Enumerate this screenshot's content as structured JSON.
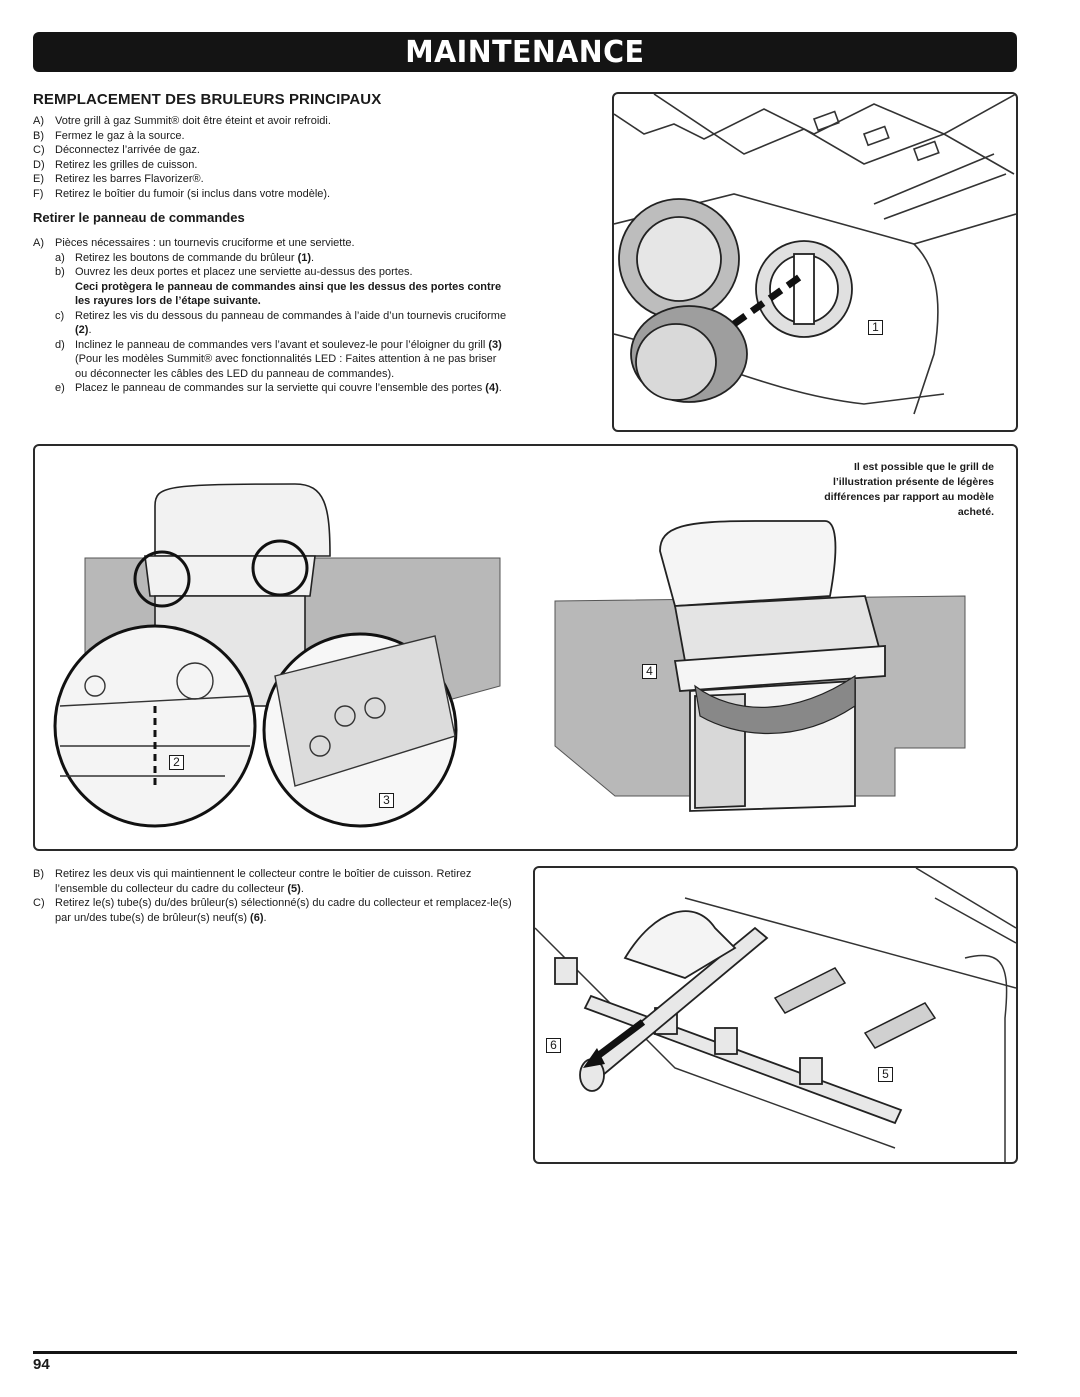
{
  "header": {
    "title": "MAINTENANCE"
  },
  "section": {
    "title": "REMPLACEMENT DES BRULEURS PRINCIPAUX"
  },
  "intro_steps": [
    {
      "letter": "A)",
      "text": "Votre grill à gaz Summit® doit être éteint et avoir refroidi."
    },
    {
      "letter": "B)",
      "text": "Fermez le gaz à la source."
    },
    {
      "letter": "C)",
      "text": "Déconnectez l’arrivée de gaz."
    },
    {
      "letter": "D)",
      "text": "Retirez les grilles de cuisson."
    },
    {
      "letter": "E)",
      "text": "Retirez les barres Flavorizer®."
    },
    {
      "letter": "F)",
      "text": "Retirez le boîtier du fumoir (si inclus dans votre modèle)."
    }
  ],
  "panel": {
    "heading": "Retirer le panneau de commandes",
    "step_a": {
      "letter": "A)",
      "text": "Pièces nécessaires : un tournevis cruciforme et une serviette."
    },
    "a": {
      "letter": "a)",
      "text": "Retirez les boutons de commande du brûleur ",
      "ref": "(1)",
      "end": "."
    },
    "b": {
      "letter": "b)",
      "text": "Ouvrez les deux portes et placez une serviette au-dessus des portes."
    },
    "warning": "Ceci protègera le panneau de commandes ainsi que les dessus des portes contre les rayures lors de l’étape suivante.",
    "c": {
      "letter": "c)",
      "text": "Retirez les vis du dessous du panneau de commandes à l’aide d’un tournevis cruciforme ",
      "ref": "(2)",
      "end": "."
    },
    "d": {
      "letter": "d)",
      "text1": "Inclinez le panneau de commandes vers l’avant et soulevez-le pour l’éloigner du grill ",
      "ref": "(3)",
      "text2": " (Pour les modèles Summit® avec fonctionnalités LED : Faites attention à ne pas briser ou déconnecter les câbles des LED du panneau de commandes)."
    },
    "e": {
      "letter": "e)",
      "text": "Placez le panneau de commandes sur la serviette qui couvre l’ensemble des portes ",
      "ref": "(4)",
      "end": "."
    }
  },
  "figure_note": "Il est possible que le grill de l’illustration présente de légères différences par rapport au modèle acheté.",
  "callouts": {
    "c1": "1",
    "c2": "2",
    "c3": "3",
    "c4": "4",
    "c5": "5",
    "c6": "6"
  },
  "lower_steps": {
    "b": {
      "letter": "B)",
      "text": "Retirez les deux vis qui maintiennent le collecteur contre le boîtier de cuisson. Retirez l’ensemble du collecteur du cadre du collecteur ",
      "ref": "(5)",
      "end": "."
    },
    "c": {
      "letter": "C)",
      "text": "Retirez le(s) tube(s) du/des brûleur(s) sélectionné(s) du cadre du collecteur et remplacez-le(s) par un/des tube(s) de brûleur(s) neuf(s) ",
      "ref": "(6)",
      "end": "."
    }
  },
  "footer": {
    "page_number": "94"
  }
}
